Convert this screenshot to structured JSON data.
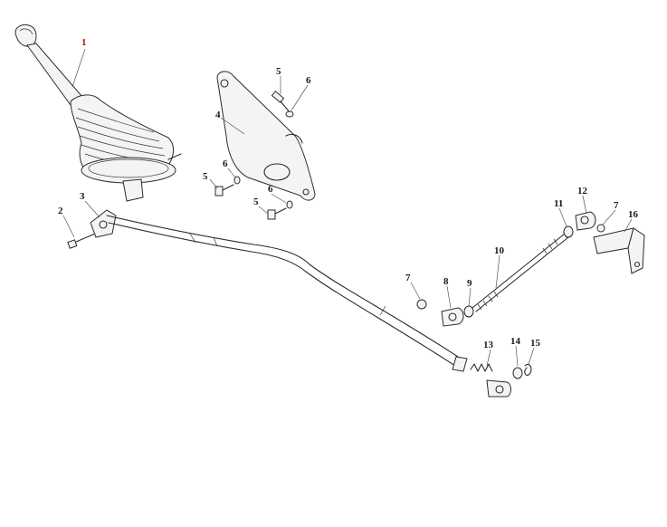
{
  "callouts": [
    {
      "id": "c1",
      "text": "1",
      "highlight": true
    },
    {
      "id": "c2",
      "text": "2"
    },
    {
      "id": "c3",
      "text": "3"
    },
    {
      "id": "c4",
      "text": "4"
    },
    {
      "id": "c5a",
      "text": "5"
    },
    {
      "id": "c6a",
      "text": "6"
    },
    {
      "id": "c5b",
      "text": "5"
    },
    {
      "id": "c6b",
      "text": "6"
    },
    {
      "id": "c6c",
      "text": "6"
    },
    {
      "id": "c5c",
      "text": "5"
    },
    {
      "id": "c7a",
      "text": "7"
    },
    {
      "id": "c8",
      "text": "8"
    },
    {
      "id": "c9",
      "text": "9"
    },
    {
      "id": "c10",
      "text": "10"
    },
    {
      "id": "c11",
      "text": "11"
    },
    {
      "id": "c12",
      "text": "12"
    },
    {
      "id": "c7b",
      "text": "7"
    },
    {
      "id": "c16",
      "text": "16"
    },
    {
      "id": "c13",
      "text": "13"
    },
    {
      "id": "c14",
      "text": "14"
    },
    {
      "id": "c15",
      "text": "15"
    }
  ],
  "colors": {
    "ink": "#2b2b2b",
    "highlight": "#b01010",
    "background": "#ffffff"
  }
}
